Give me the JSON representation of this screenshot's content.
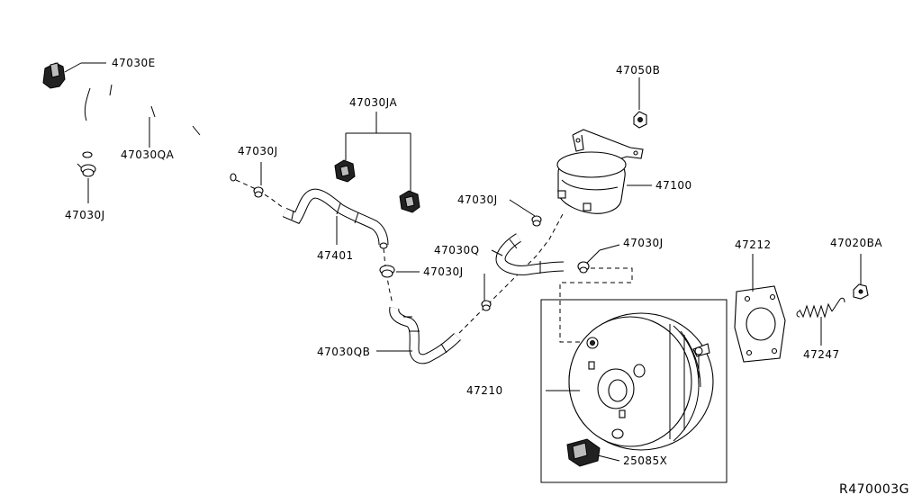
{
  "labels": {
    "p47030E": "47030E",
    "p47030QA": "47030QA",
    "p47030J_a": "47030J",
    "p47030J_b": "47030J",
    "p47030JA": "47030JA",
    "p47401": "47401",
    "p47050B": "47050B",
    "p47100": "47100",
    "p47030J_c": "47030J",
    "p47030Q": "47030Q",
    "p47030J_d": "47030J",
    "p47030J_e": "47030J",
    "p47030QB": "47030QB",
    "p47210": "47210",
    "p47212": "47212",
    "p47020BA": "47020BA",
    "p47247": "47247",
    "p25085X": "25085X"
  },
  "diagram_code": "R470003G"
}
